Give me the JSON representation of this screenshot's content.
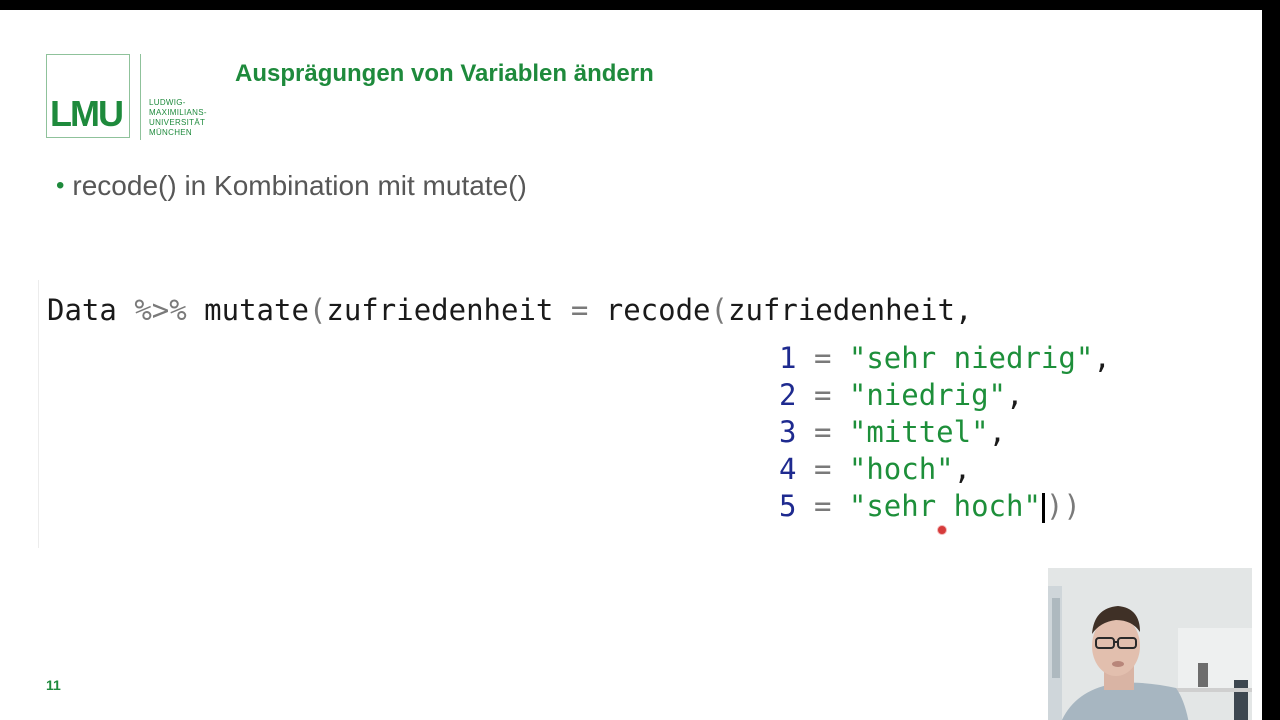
{
  "logo": {
    "mark": "LMU",
    "text_lines": [
      "LUDWIG-",
      "MAXIMILIANS-",
      "UNIVERSITÄT",
      "MÜNCHEN"
    ]
  },
  "slide": {
    "title": "Ausprägungen von Variablen ändern",
    "bullet_symbol": "•",
    "bullet": "recode() in Kombination mit mutate()",
    "page_number": "11"
  },
  "code": {
    "line1": {
      "t1": "Data ",
      "pipe": "%>%",
      "t2": " mutate",
      "p1": "(",
      "t3": "zufriedenheit ",
      "eq": "=",
      "t4": " recode",
      "p2": "(",
      "t5": "zufriedenheit,"
    },
    "mappings": [
      {
        "num": "1",
        "eq": "=",
        "str": "\"sehr niedrig\"",
        "end": ","
      },
      {
        "num": "2",
        "eq": "=",
        "str": "\"niedrig\"",
        "end": ","
      },
      {
        "num": "3",
        "eq": "=",
        "str": "\"mittel\"",
        "end": ","
      },
      {
        "num": "4",
        "eq": "=",
        "str": "\"hoch\"",
        "end": ","
      },
      {
        "num": "5",
        "eq": "=",
        "str": "\"sehr hoch\"",
        "end": "))"
      }
    ]
  },
  "colors": {
    "brand_green": "#1e8a3c",
    "code_number": "#1e2a8f",
    "code_string": "#1d8f3a",
    "code_operator": "#7a7a7a",
    "pointer": "#d63b3b"
  }
}
